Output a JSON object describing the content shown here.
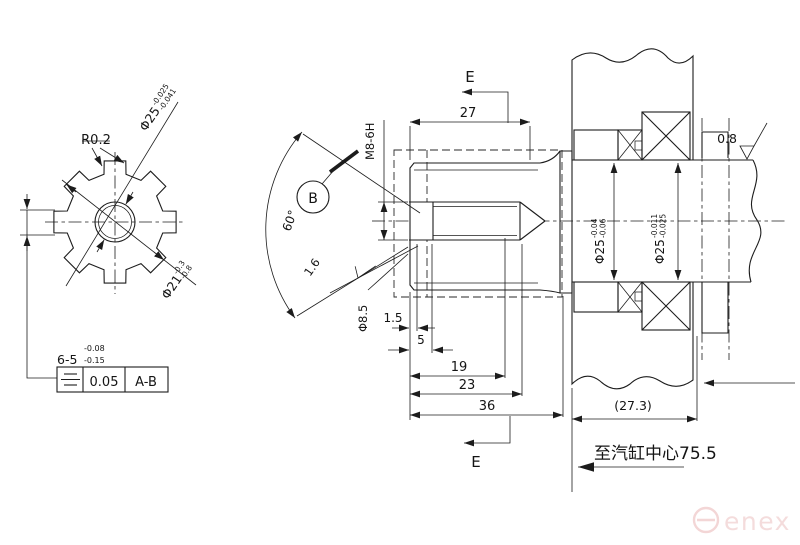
{
  "left_view": {
    "radius_label": "R0.2",
    "bore_dia": "Φ25",
    "bore_tol_up": "-0.025",
    "bore_tol_dn": "-0.041",
    "od_dia": "Φ21",
    "od_tol_up": "-0.3",
    "od_tol_dn": "-0.8",
    "width_dim": "6-5",
    "width_tol_up": "-0.08",
    "width_tol_dn": "-0.15",
    "fcf": {
      "symbol": "symmetry",
      "tolerance": "0.05",
      "datum": "A-B"
    }
  },
  "section_view": {
    "section_label": "E",
    "detail_label": "B",
    "angle": "60°",
    "thread_spec": "M8-6H",
    "bore_roughness": "1.6",
    "drill_dia": "Φ8.5",
    "dim_27": "27",
    "dim_1_5": "1.5",
    "dim_5": "5",
    "dim_19": "19",
    "dim_23": "23",
    "dim_36": "36"
  },
  "right_view": {
    "journal1_dia": "Φ25",
    "journal1_tol_up": "-0.04",
    "journal1_tol_dn": "-0.06",
    "journal2_dia": "Φ25",
    "journal2_tol_up": "-0.011",
    "journal2_tol_dn": "-0.025",
    "surface_roughness": "0.8",
    "dim_wall": "(27.3)",
    "cylinder_center_note": "至汽缸中心75.5"
  },
  "watermark": {
    "brand": "enex"
  }
}
